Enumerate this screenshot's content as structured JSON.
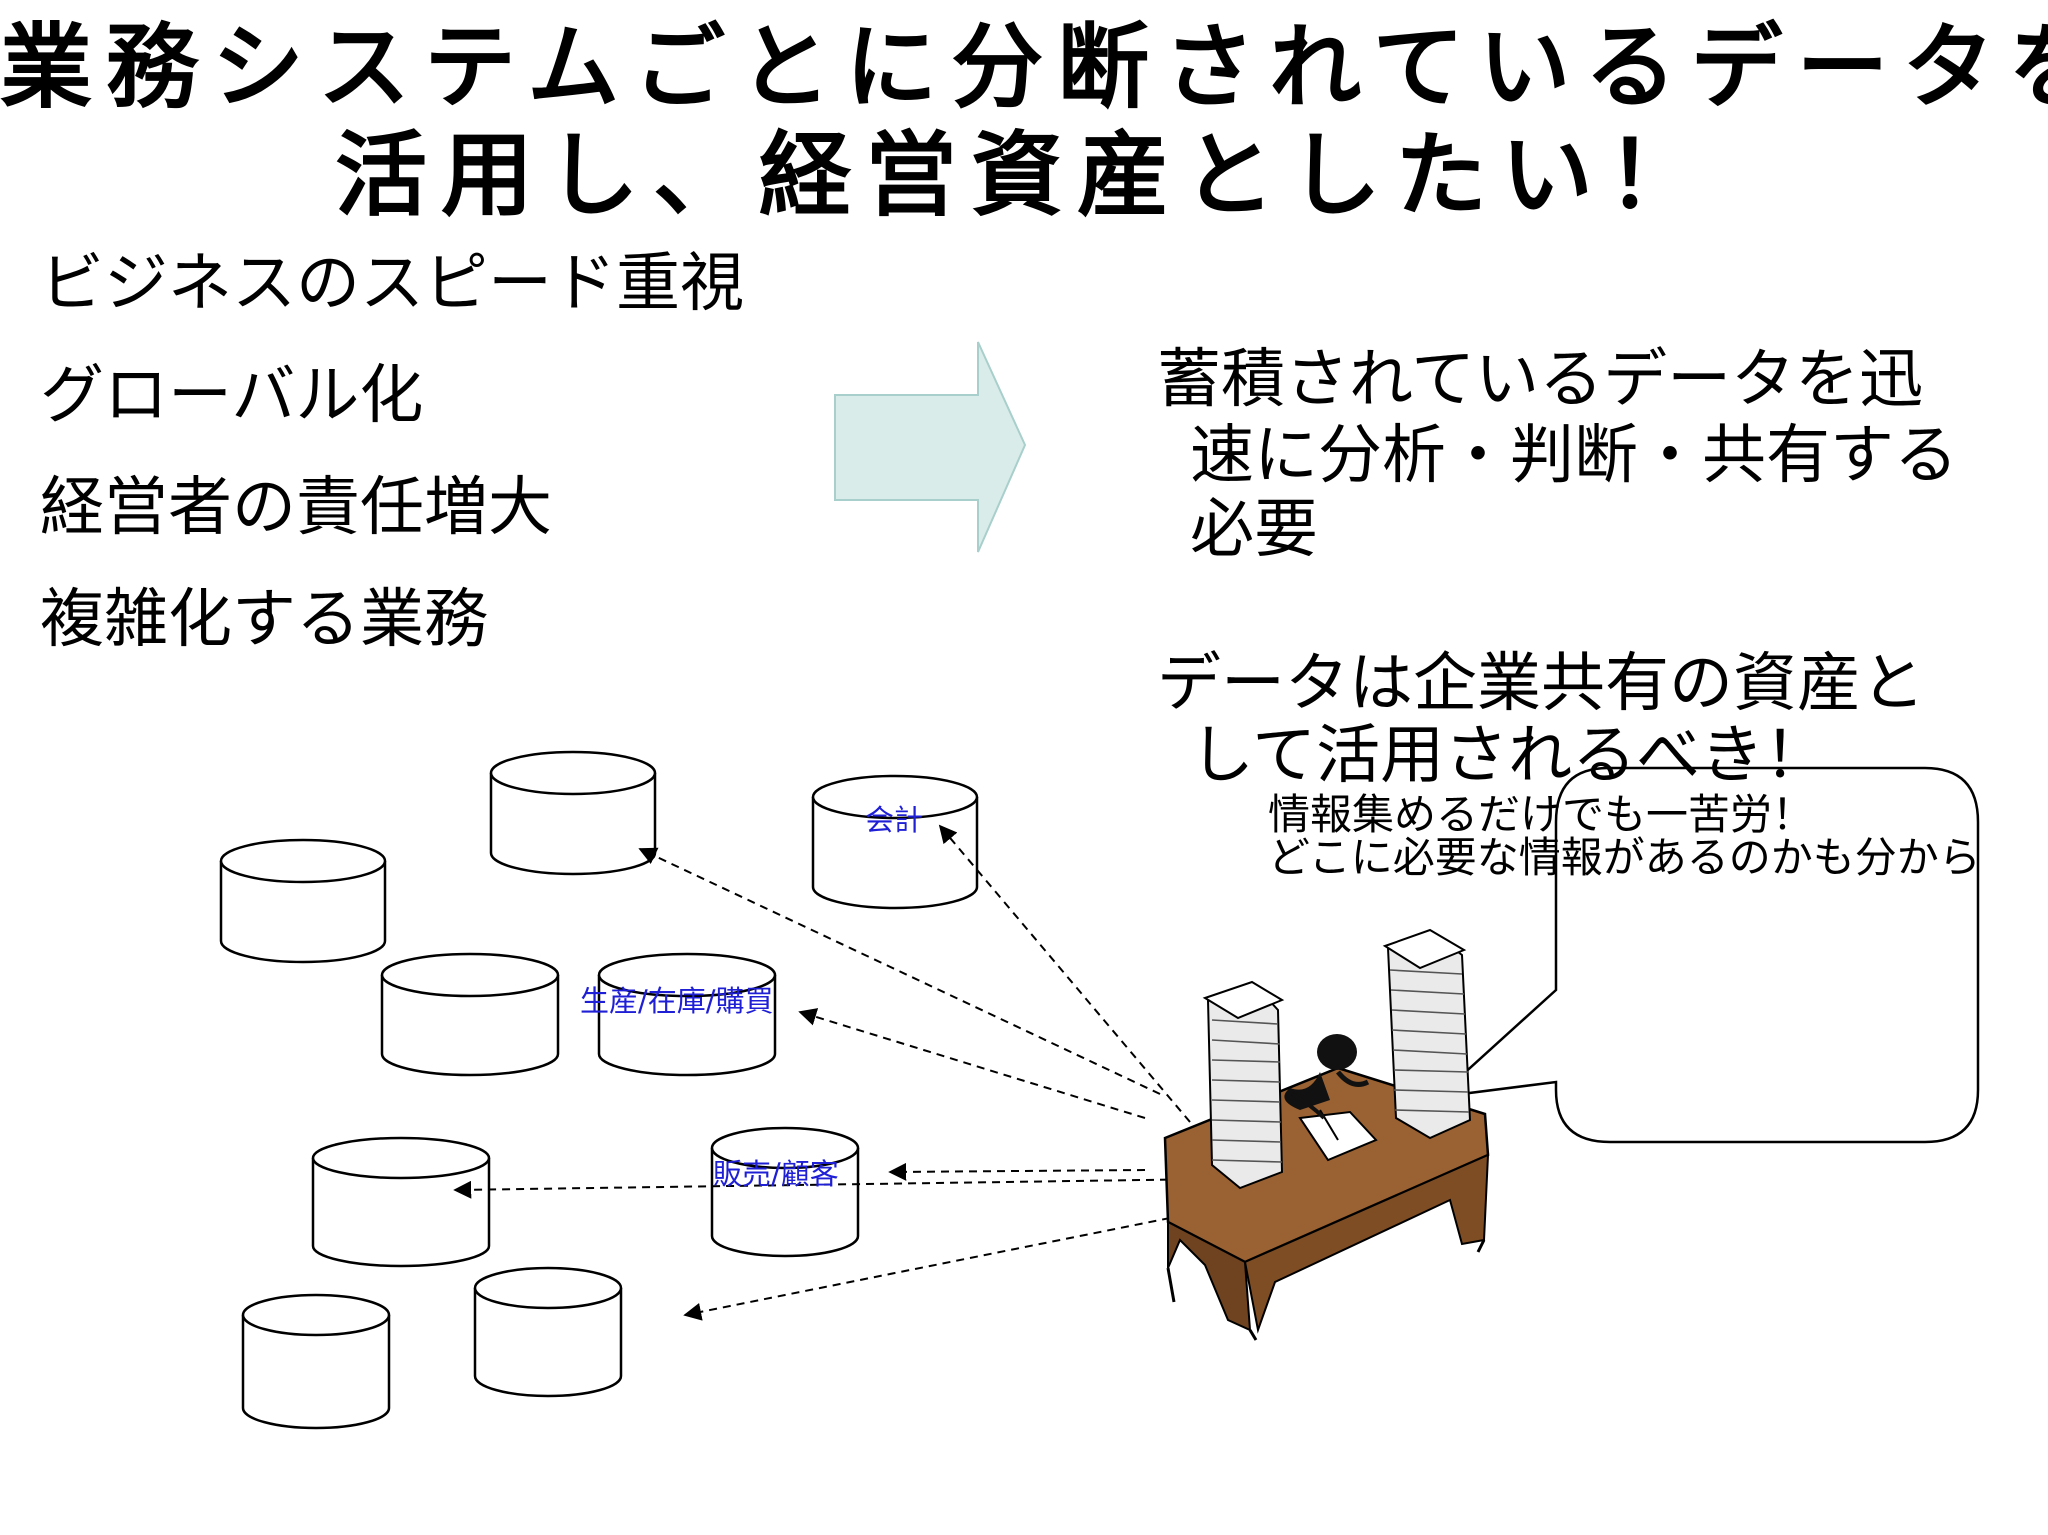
{
  "title": {
    "line1": "業務システムごとに分断されているデータを",
    "line2": "活用し、経営資産としたい！"
  },
  "drivers": [
    "ビジネスのスピード重視",
    "グローバル化",
    "経営者の責任増大",
    "複雑化する業務"
  ],
  "conclusion": {
    "line1": "蓄積されているデータを迅",
    "line2": "速に分析・判断・共有する",
    "line3": "必要",
    "line4": "データは企業共有の資産と",
    "line5": "して活用されるべき！"
  },
  "bubble": {
    "line1": "情報集めるだけでも一苦労！",
    "line2": "どこに必要な情報があるのかも分から"
  },
  "databases": {
    "accounting": "会計",
    "production": "生産/在庫/購買",
    "sales": "販売/顧客"
  },
  "colors": {
    "arrow_fill": "#d9ecea",
    "arrow_stroke": "#a8cfcb",
    "desk": "#9a6132",
    "desk_dark": "#6f431f",
    "db_label": "#1f1fd6"
  }
}
